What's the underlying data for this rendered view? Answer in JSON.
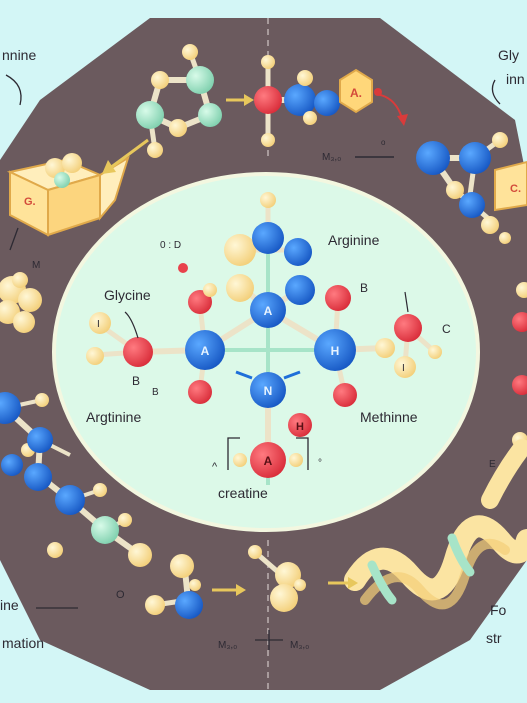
{
  "colors": {
    "background": "#d3f6f6",
    "ring": "#6b5a5e",
    "inner_disk": "#dcf9e8",
    "blue_atom": "#1e6fd9",
    "red_atom": "#e8424b",
    "yellow_atom": "#fbe4a2",
    "mint_atom": "#a7e4c8",
    "bond": "#ece3c8",
    "box": "#ffe39a",
    "box_edge": "#e0a94a",
    "hex": "#ffd77a"
  },
  "labels": {
    "top_left_partial": "nnine",
    "top_right_partial_1": "Gly",
    "top_right_partial_2": "inn",
    "ring_top_note": "M₃,₀",
    "ring_top_dot": "o",
    "left_box_letter": "G.",
    "right_box_letter": "C.",
    "top_hex_letter": "A.",
    "left_side_note": "M",
    "right_side_note": "E",
    "inner_glycine": "Glycine",
    "inner_arginine_top": "Arginine",
    "inner_argtinine": "Argtinine",
    "inner_methinne": "Methinne",
    "inner_creatine": "creatine",
    "inner_od": "0 : D",
    "inner_b_right": "B",
    "inner_c_right": "C",
    "inner_b_left": "B",
    "inner_b_left2": "B",
    "inner_i_left": "I",
    "inner_i_right": "I",
    "atom_a_center": "A",
    "atom_a_left": "A",
    "atom_h_right": "H",
    "atom_n_center": "N",
    "atom_h_lower": "H",
    "atom_a_bottom": "A",
    "caret_left": "^",
    "dots_right": "°",
    "bottom_left_1": "ine",
    "bottom_left_2": "mation",
    "bottom_right_1": "Fo",
    "bottom_right_2": "str",
    "bottom_o": "O",
    "bottom_m_left": "M₃,₀",
    "bottom_m_right": "M₃,₀"
  },
  "icons": {
    "box": "cardboard-box-icon",
    "hexagon": "hexagon-icon",
    "helix": "helix-icon"
  }
}
